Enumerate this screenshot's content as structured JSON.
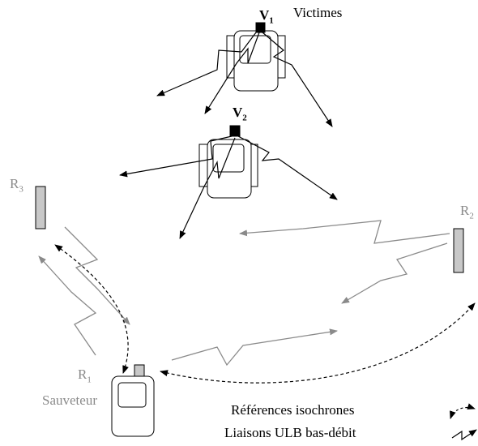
{
  "labels": {
    "victims": "Victimes",
    "v1": "V",
    "v1_sub": "1",
    "v2": "V",
    "v2_sub": "2",
    "r1": "R",
    "r1_sub": "1",
    "r2": "R",
    "r2_sub": "2",
    "r3": "R",
    "r3_sub": "3",
    "rescuer": "Sauveteur"
  },
  "legend": {
    "isochronous_refs": "Références isochrones",
    "uwb_links": "Liaisons ULB bas-débit"
  },
  "colors": {
    "victim_link": "#000000",
    "relay_link": "#8a8a8a",
    "reference_link": "#000000",
    "relay_fill": "#c8c8c8"
  }
}
